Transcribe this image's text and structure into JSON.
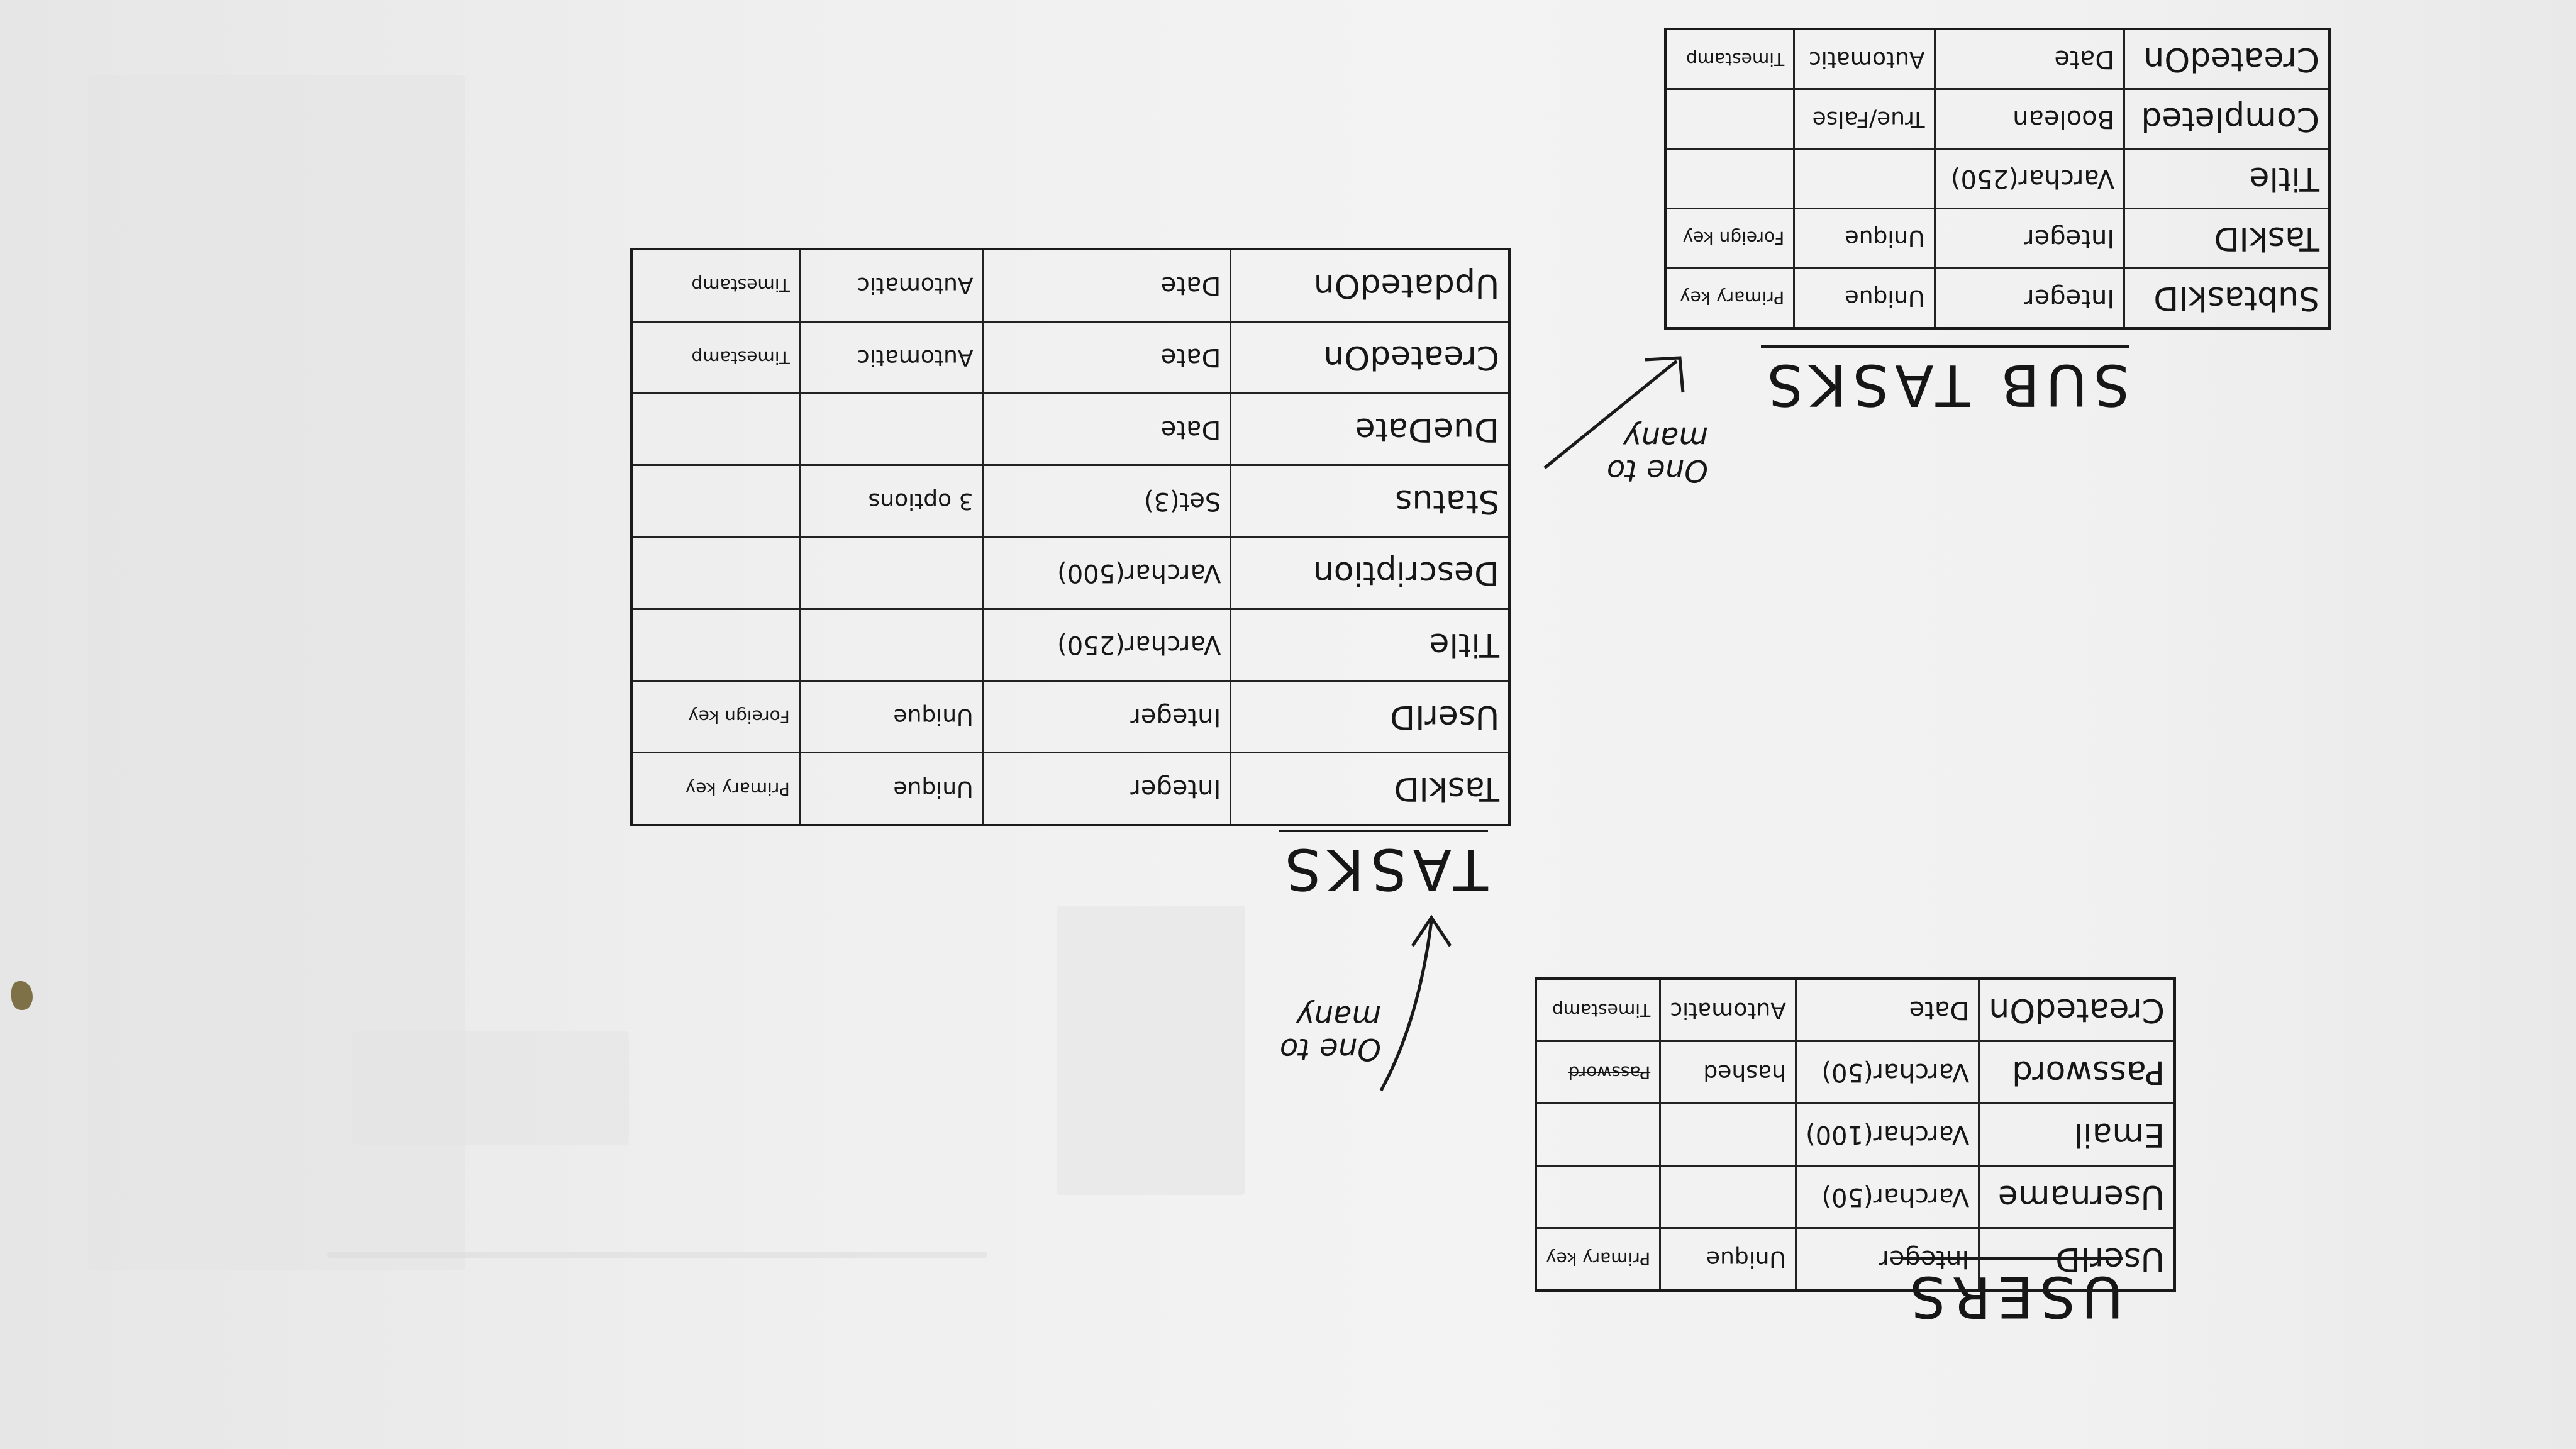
{
  "diagram": {
    "users": {
      "title": "USERS",
      "rows": [
        [
          "UserID",
          "Integer",
          "Unique",
          "Primary key"
        ],
        [
          "Username",
          "Varchar(50)",
          "",
          ""
        ],
        [
          "Email",
          "Varchar(100)",
          "",
          ""
        ],
        [
          "Password",
          "Varchar(50)",
          "hashed",
          "Password"
        ],
        [
          "CreatedOn",
          "Date",
          "Automatic",
          "Timestamp"
        ]
      ]
    },
    "tasks": {
      "title": "TASKS",
      "rows": [
        [
          "TaskID",
          "Integer",
          "Unique",
          "Primary key"
        ],
        [
          "UserID",
          "Integer",
          "Unique",
          "Foreign key"
        ],
        [
          "Title",
          "Varchar(250)",
          "",
          ""
        ],
        [
          "Description",
          "Varchar(500)",
          "",
          ""
        ],
        [
          "Status",
          "Set(3)",
          "3 options",
          ""
        ],
        [
          "DueDate",
          "Date",
          "",
          ""
        ],
        [
          "CreatedOn",
          "Date",
          "Automatic",
          "Timestamp"
        ],
        [
          "UpdatedOn",
          "Date",
          "Automatic",
          "Timestamp"
        ]
      ]
    },
    "subtasks": {
      "title": "SUB TASKS",
      "rows": [
        [
          "SubtaskID",
          "Integer",
          "Unique",
          "Primary key"
        ],
        [
          "TaskID",
          "Integer",
          "Unique",
          "Foreign key"
        ],
        [
          "Title",
          "Varchar(250)",
          "",
          ""
        ],
        [
          "Completed",
          "Boolean",
          "True/False",
          ""
        ],
        [
          "CreatedOn",
          "Date",
          "Automatic",
          "Timestamp"
        ]
      ]
    },
    "relations": {
      "users_tasks": [
        "One to",
        "many"
      ],
      "tasks_subtasks": [
        "One to",
        "many"
      ]
    }
  },
  "colors": {
    "paper": "#efefef",
    "ink": "#1a1a1a"
  }
}
